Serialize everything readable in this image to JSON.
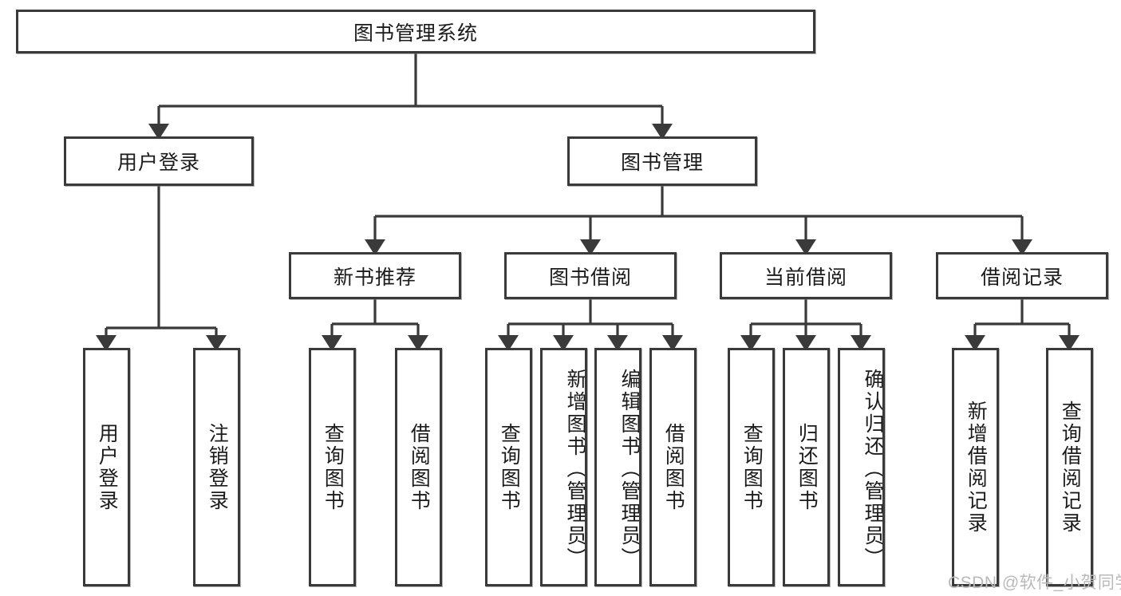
{
  "diagram": {
    "type": "hierarchy-tree",
    "title": "图书管理系统",
    "root": {
      "label": "图书管理系统",
      "children": [
        {
          "label": "用户登录",
          "children": [
            {
              "label": "用户登录"
            },
            {
              "label": "注销登录"
            }
          ]
        },
        {
          "label": "图书管理",
          "children": [
            {
              "label": "新书推荐",
              "children": [
                {
                  "label": "查询图书"
                },
                {
                  "label": "借阅图书"
                }
              ]
            },
            {
              "label": "图书借阅",
              "children": [
                {
                  "label": "查询图书"
                },
                {
                  "label": "新增图书（管理员）"
                },
                {
                  "label": "编辑图书（管理员）"
                },
                {
                  "label": "借阅图书"
                }
              ]
            },
            {
              "label": "当前借阅",
              "children": [
                {
                  "label": "查询图书"
                },
                {
                  "label": "归还图书"
                },
                {
                  "label": "确认归还（管理员）"
                }
              ]
            },
            {
              "label": "借阅记录",
              "children": [
                {
                  "label": "新增借阅记录"
                },
                {
                  "label": "查询借阅记录"
                }
              ]
            }
          ]
        }
      ]
    }
  },
  "nodes": {
    "root": {
      "label": "图书管理系统"
    },
    "level2": [
      {
        "label": "用户登录"
      },
      {
        "label": "图书管理"
      }
    ],
    "level3": [
      {
        "label": "新书推荐"
      },
      {
        "label": "图书借阅"
      },
      {
        "label": "当前借阅"
      },
      {
        "label": "借阅记录"
      }
    ],
    "leaves": [
      {
        "label": "用户登录"
      },
      {
        "label": "注销登录"
      },
      {
        "label": "查询图书"
      },
      {
        "label": "借阅图书"
      },
      {
        "label": "查询图书"
      },
      {
        "label": "新增图书（管理员）"
      },
      {
        "label": "编辑图书（管理员）"
      },
      {
        "label": "借阅图书"
      },
      {
        "label": "查询图书"
      },
      {
        "label": "归还图书"
      },
      {
        "label": "确认归还（管理员）"
      },
      {
        "label": "新增借阅记录"
      },
      {
        "label": "查询借阅记录"
      }
    ]
  },
  "watermark": {
    "text": "CSDN @软件_小贺同学"
  },
  "colors": {
    "stroke": "#3a3a3a",
    "fill": "#ffffff",
    "text": "#1b1b1b",
    "watermark": "#b9b9b9",
    "background": "#ffffff"
  }
}
